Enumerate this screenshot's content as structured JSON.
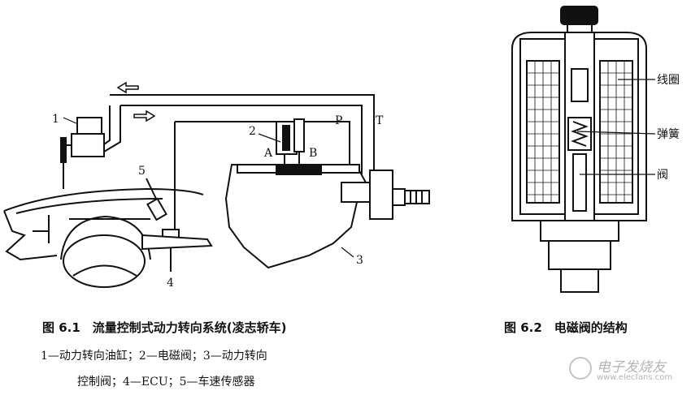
{
  "figure1": {
    "labels": {
      "n1": "1",
      "n2": "2",
      "n3": "3",
      "n4": "4",
      "n5": "5",
      "P": "P",
      "T": "T",
      "A": "A",
      "B": "B"
    },
    "caption_title": "图 6.1　流量控制式动力转向系统(凌志轿车)",
    "caption_line1": "1—动力转向油缸；2—电磁阀；3—动力转向",
    "caption_line2": "控制阀；4—ECU；5—车速传感器"
  },
  "figure2": {
    "labels": {
      "coil": "线圈",
      "spring": "弹簧",
      "valve": "阀"
    },
    "caption_title": "图 6.2　电磁阀的结构"
  },
  "watermark": {
    "main": "电子发烧友",
    "sub": "www.elecfans.com"
  }
}
